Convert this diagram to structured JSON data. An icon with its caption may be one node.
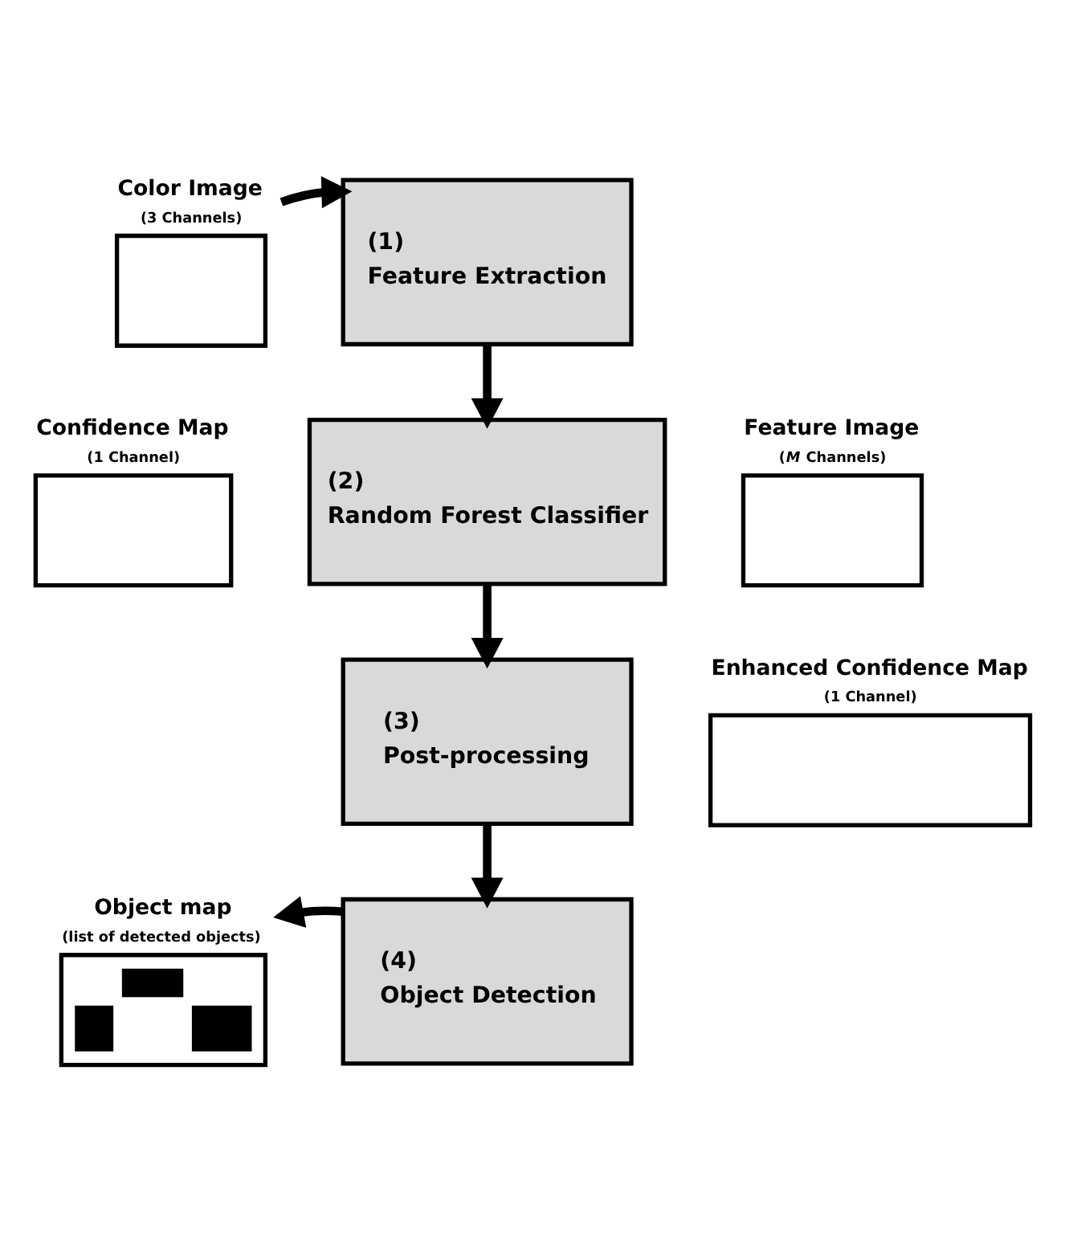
{
  "diagram": {
    "nodes": [
      {
        "text": [
          "Color Image",
          "(3 Channels)"
        ]
      },
      {
        "text": [
          "(1)",
          "Feature Extraction"
        ]
      },
      {
        "text": [
          "Feature Image",
          "(*M* Channels)"
        ]
      },
      {
        "text": [
          "(2)",
          "Random Forest Classifier"
        ]
      },
      {
        "text": [
          "Confidence Map",
          "(1 Channel)"
        ]
      },
      {
        "text": [
          "(3)",
          "Post-processing"
        ]
      },
      {
        "text": [
          "Enhanced Confidence Map",
          "(1 Channel)"
        ]
      },
      {
        "text": [
          "Object map",
          "(list of detected objects)"
        ]
      },
      {
        "text": [
          "(4)",
          "Object Detection"
        ]
      }
    ],
    "edges": [
      {
        "from": 0,
        "to": 1,
        "arrow": "to"
      },
      {
        "from": 1,
        "to": 3,
        "arrow": "to"
      },
      {
        "from": 3,
        "to": 5,
        "arrow": "to"
      },
      {
        "from": 5,
        "to": 8,
        "arrow": "to"
      },
      {
        "from": 8,
        "to": 7,
        "arrow": "to"
      }
    ]
  }
}
